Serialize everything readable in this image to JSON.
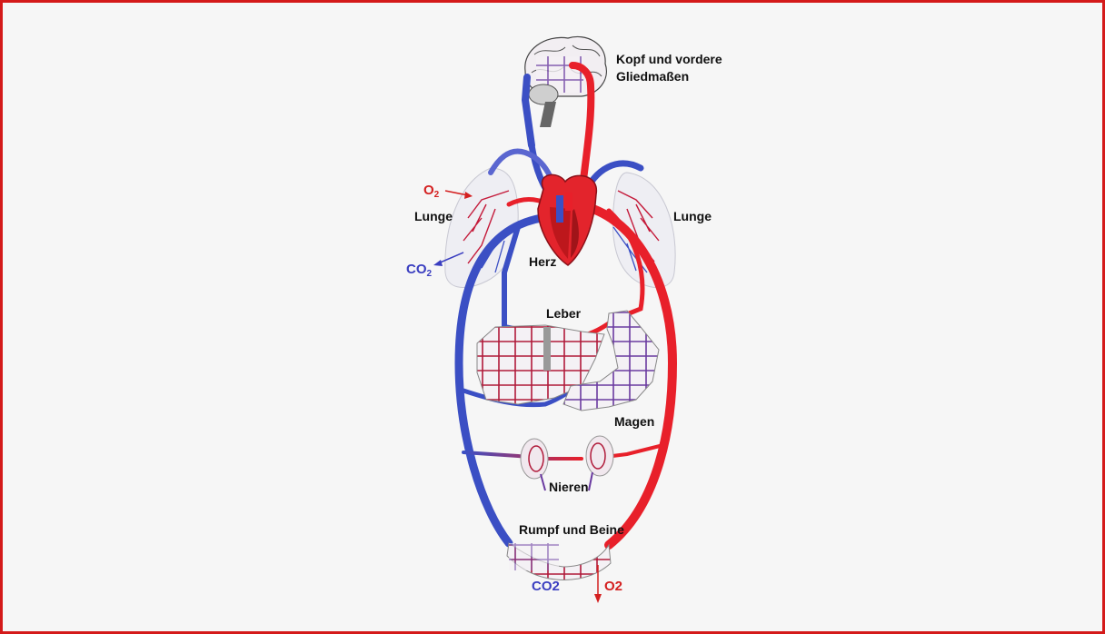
{
  "colors": {
    "frame": "#d41a1a",
    "oxygenated": "#e8202a",
    "deoxygenated": "#3b4fc4",
    "label": "#111111"
  },
  "labels": {
    "head": [
      "Kopf und vordere",
      "Gliedmaßen"
    ],
    "lung_left": "Lunge",
    "lung_right": "Lunge",
    "heart": "Herz",
    "liver": "Leber",
    "stomach": "Magen",
    "kidneys": "Nieren",
    "trunk": "Rumpf und Beine"
  },
  "gas": {
    "o2_top": "O",
    "o2_top_sub": "2",
    "co2_left": "CO",
    "co2_left_sub": "2",
    "co2_bottom": "CO2",
    "o2_bottom": "O2"
  }
}
